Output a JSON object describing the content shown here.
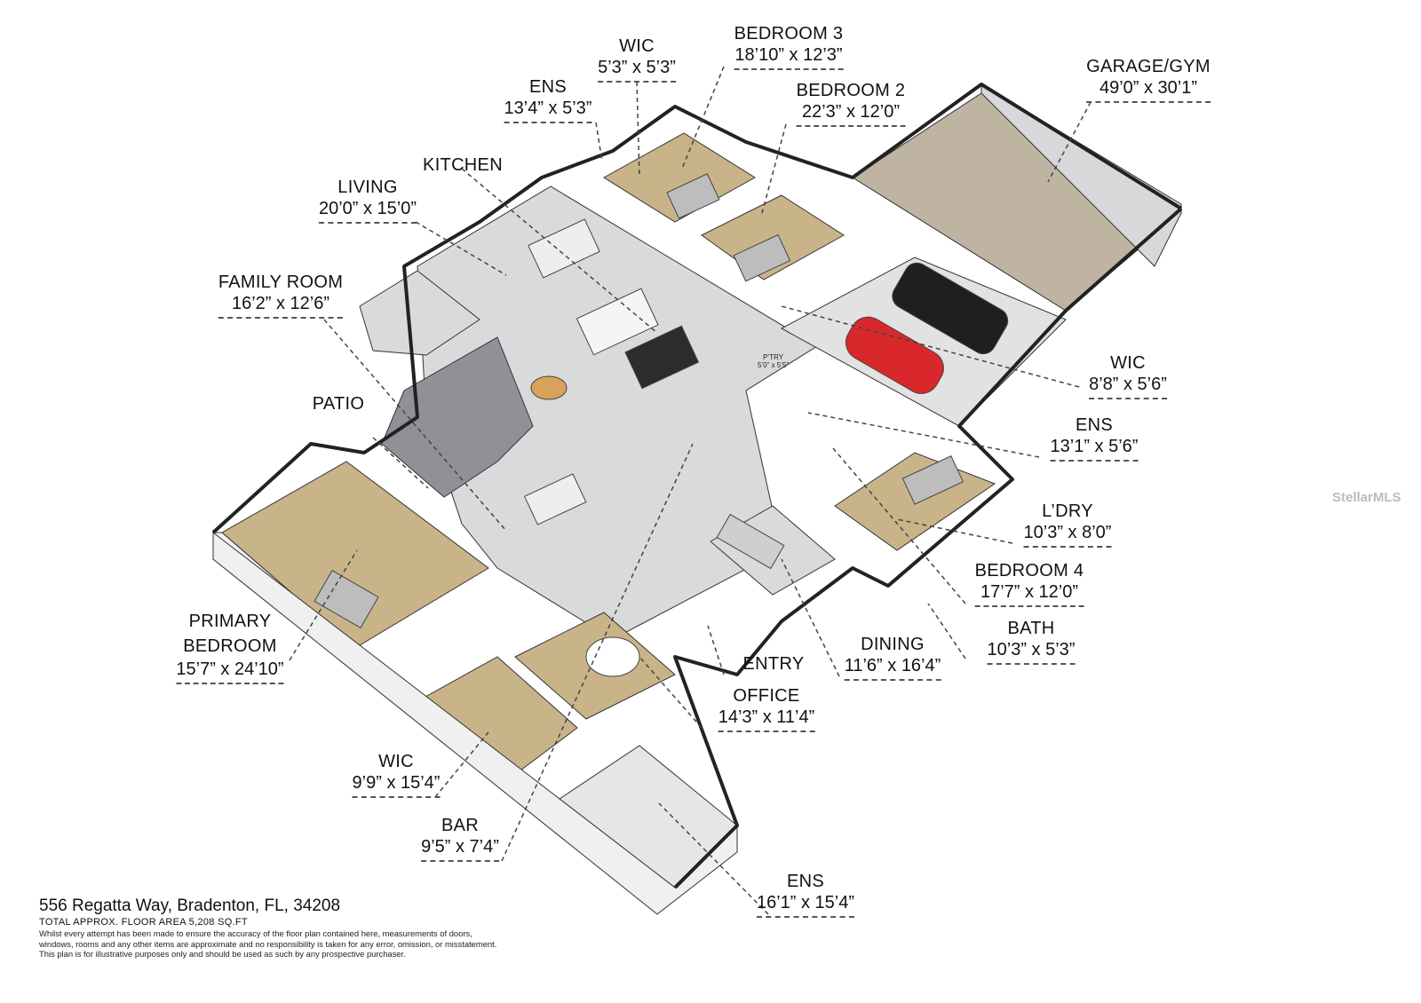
{
  "rooms": [
    {
      "id": "wic-top",
      "name": "WIC",
      "dims": "5’3” x 5’3”"
    },
    {
      "id": "bedroom3",
      "name": "BEDROOM 3",
      "dims": "18’10” x 12’3”"
    },
    {
      "id": "ens-top",
      "name": "ENS",
      "dims": "13’4” x 5’3”"
    },
    {
      "id": "bedroom2",
      "name": "BEDROOM 2",
      "dims": "22’3” x 12’0”"
    },
    {
      "id": "garage",
      "name": "GARAGE/GYM",
      "dims": "49’0” x 30’1”"
    },
    {
      "id": "kitchen",
      "name": "KITCHEN",
      "dims": ""
    },
    {
      "id": "living",
      "name": "LIVING",
      "dims": "20’0” x 15’0”"
    },
    {
      "id": "family",
      "name": "FAMILY ROOM",
      "dims": "16’2” x 12’6”"
    },
    {
      "id": "patio",
      "name": "PATIO",
      "dims": ""
    },
    {
      "id": "wic-garage",
      "name": "WIC",
      "dims": "8’8” x 5’6”"
    },
    {
      "id": "ens-mid",
      "name": "ENS",
      "dims": "13’1” x 5’6”"
    },
    {
      "id": "laundry",
      "name": "L’DRY",
      "dims": "10’3” x 8’0”"
    },
    {
      "id": "bedroom4",
      "name": "BEDROOM 4",
      "dims": "17’7” x 12’0”"
    },
    {
      "id": "bath",
      "name": "BATH",
      "dims": "10’3” x 5’3”"
    },
    {
      "id": "primary",
      "name": "PRIMARY\nBEDROOM",
      "dims": "15’7” x 24’10”"
    },
    {
      "id": "dining",
      "name": "DINING",
      "dims": "11’6” x 16’4”"
    },
    {
      "id": "entry",
      "name": "ENTRY",
      "dims": ""
    },
    {
      "id": "office",
      "name": "OFFICE",
      "dims": "14’3” x 11’4”"
    },
    {
      "id": "wic-primary",
      "name": "WIC",
      "dims": "9’9” x 15’4”"
    },
    {
      "id": "bar",
      "name": "BAR",
      "dims": "9’5” x 7’4”"
    },
    {
      "id": "ens-primary",
      "name": "ENS",
      "dims": "16’1” x 15’4”"
    }
  ],
  "pantry": {
    "name": "P’TRY",
    "dims": "5’0” x 5’5”"
  },
  "footer": {
    "address": "556 Regatta Way, Bradenton, FL, 34208",
    "area": "TOTAL APPROX. FLOOR AREA 5,208 SQ.FT",
    "disclaimer_1": "Whilst every attempt has been made to ensure the accuracy of the floor plan contained here, measurements of doors,",
    "disclaimer_2": "windows, rooms and any other items are approximate and no responsibility is taken for any error, omission, or misstatement.",
    "disclaimer_3": "This plan is for illustrative purposes only and should be used as such by any prospective purchaser."
  },
  "watermark": "StellarMLS",
  "colors": {
    "wood": "#c9b48a",
    "tile": "#d9dadc",
    "carpet": "#bfb4a2",
    "wall_top": "#2a2a2a",
    "wall_face": "#f4f4f4",
    "walkway": "#8a8c90",
    "leader": "#444444"
  }
}
